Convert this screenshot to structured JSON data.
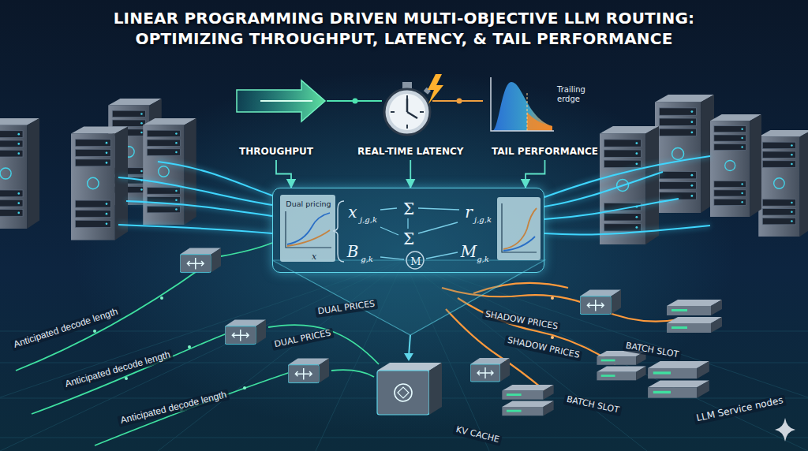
{
  "diagram": {
    "title": "LINEAR PROGRAMMING DRIVEN MULTI-OBJECTIVE LLM ROUTING: OPTIMIZING THROUGHPUT, LATENCY, & TAIL PERFORMANCE",
    "nodes": [
      {
        "text": [
          "THROUGHPUT"
        ]
      },
      {
        "text": [
          "REAL-TIME LATENCY"
        ]
      },
      {
        "text": [
          "TAIL PERFORMANCE"
        ]
      },
      {
        "text": [
          "Dual pricing",
          "x",
          "j,g,k",
          "Σ",
          "r",
          "j,g,k",
          "Σ",
          "x",
          "B",
          "g,k",
          "M",
          "M",
          "g,k"
        ]
      }
    ],
    "edges": [
      {
        "from": 0,
        "to": 3,
        "arrow": "to"
      },
      {
        "from": 1,
        "to": 3,
        "arrow": "to"
      },
      {
        "from": 2,
        "to": 3,
        "arrow": "to"
      }
    ],
    "labels": [
      "Trailing erdge",
      "DUAL PRICES",
      "DUAL PRICES",
      "SHADOW PRICES",
      "SHADOW PRICES",
      "BATCH SLOT",
      "BATCH SLOT",
      "KV CACHE",
      "LLM Service nodes",
      "Anticipated decode length",
      "Anticipated decode length",
      "Anticipated decode length"
    ]
  }
}
